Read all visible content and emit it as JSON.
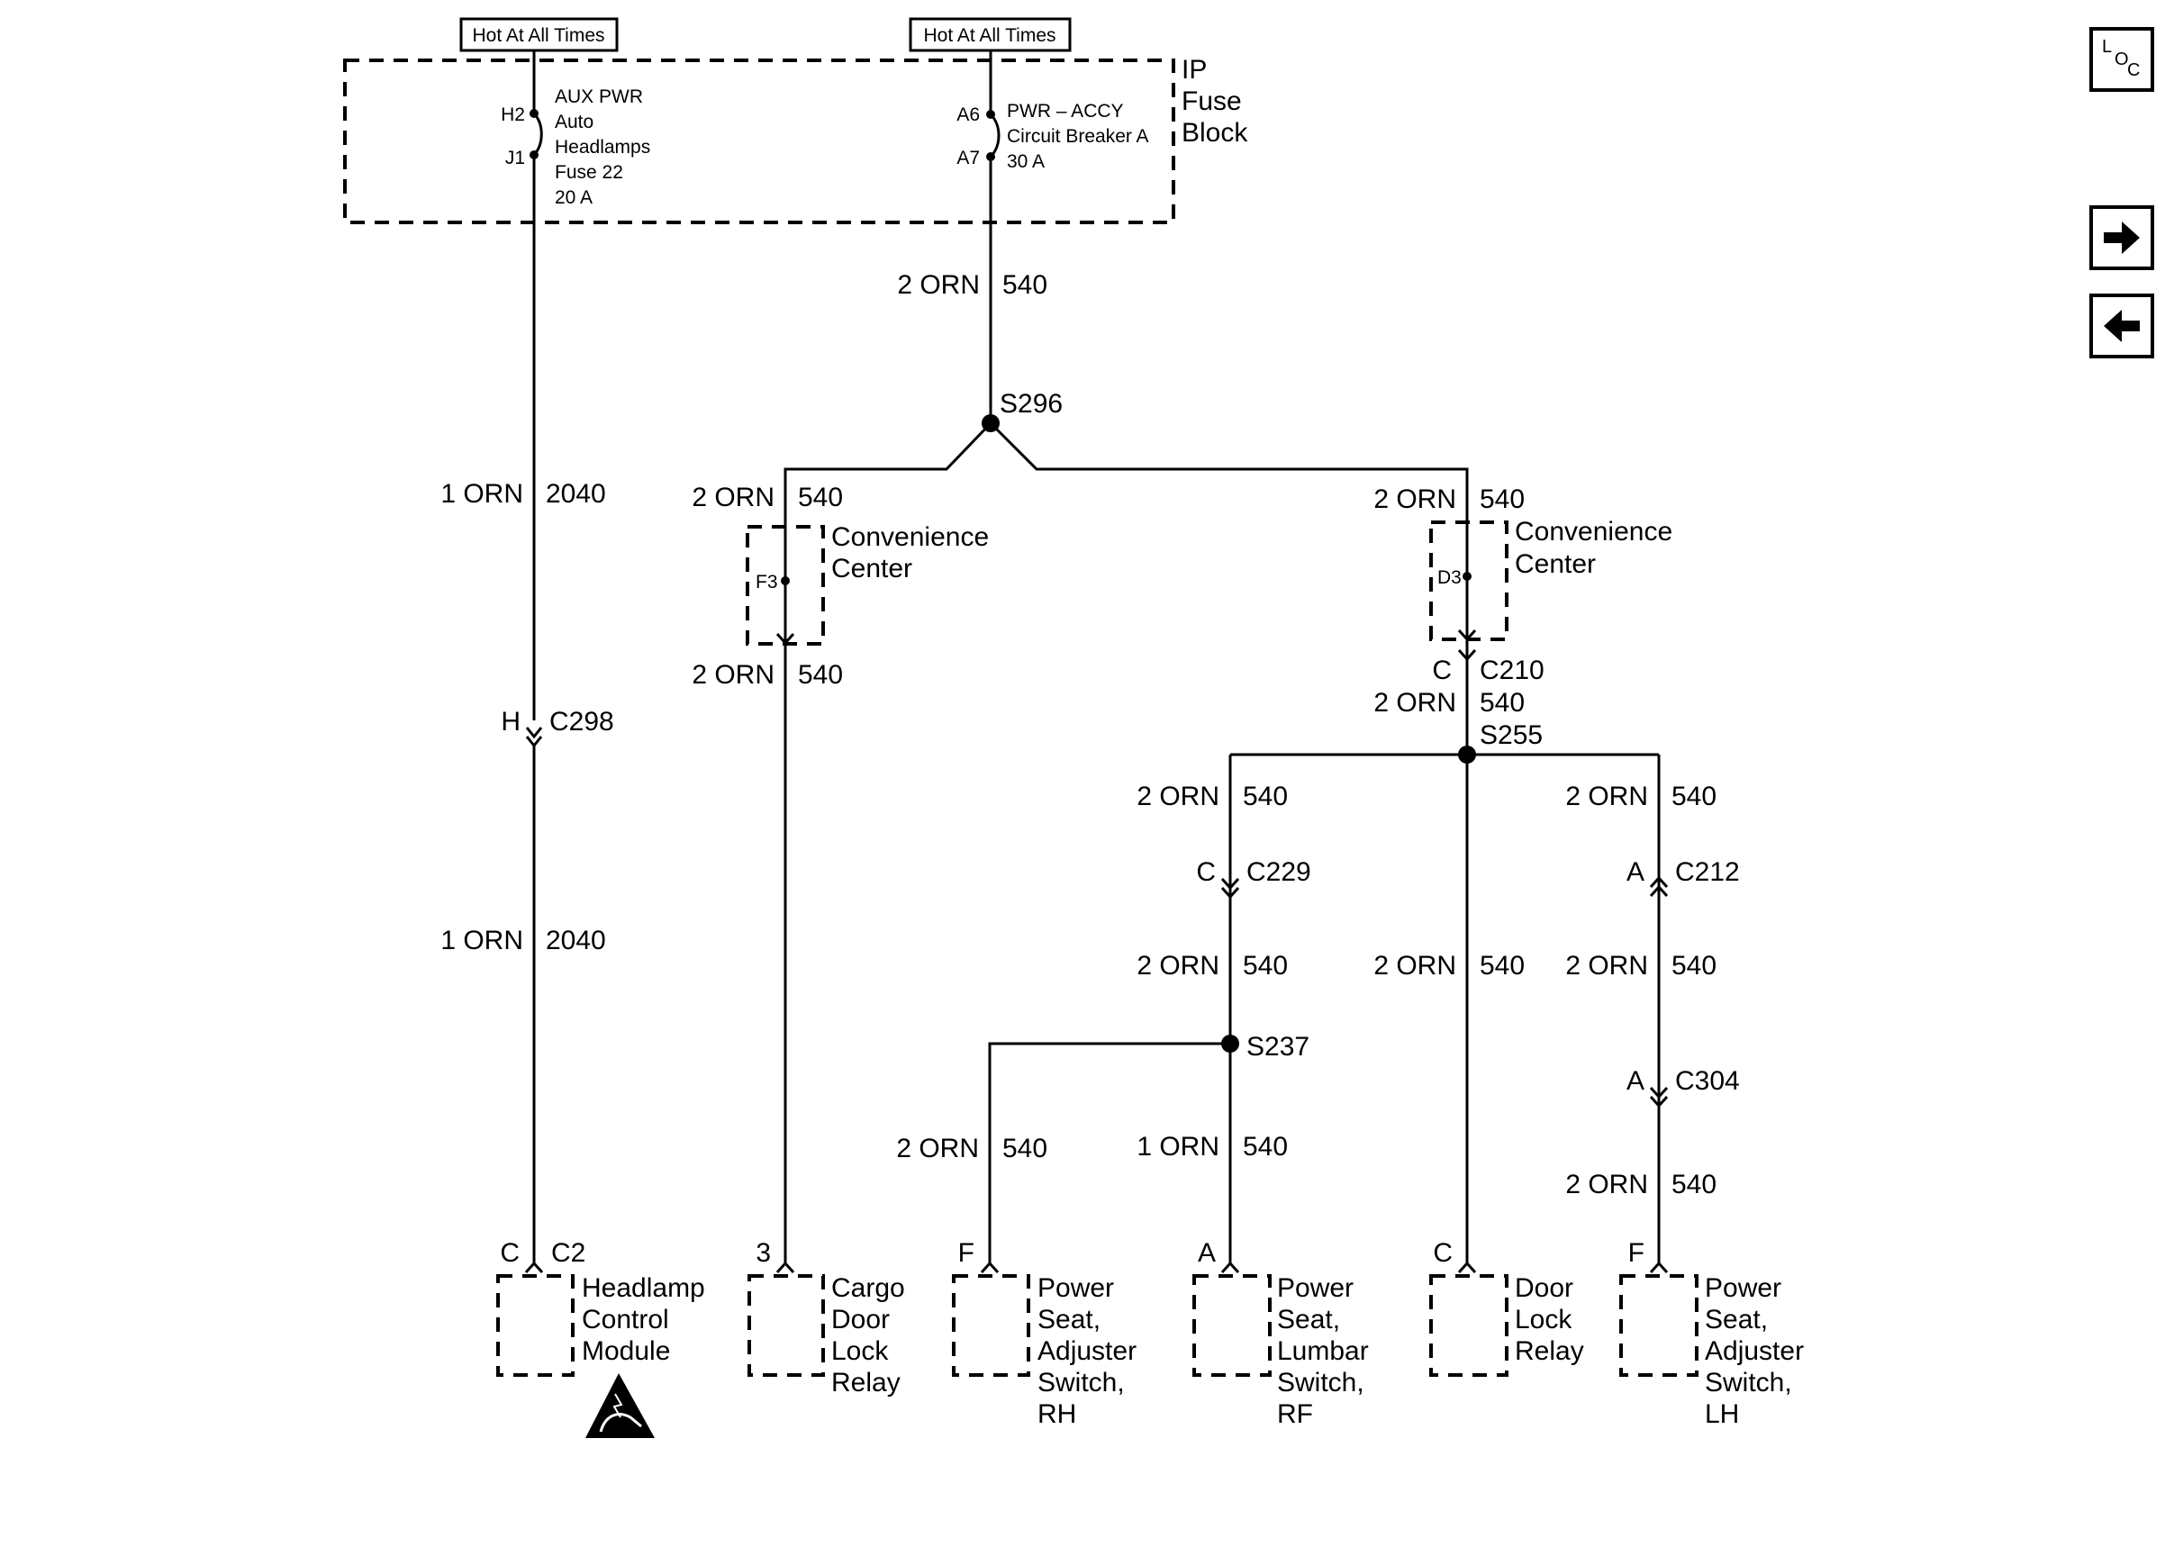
{
  "source_labels": {
    "hot_left": "Hot At All Times",
    "hot_right": "Hot At All Times"
  },
  "fuse_block": {
    "title_1": "IP",
    "title_2": "Fuse",
    "title_3": "Block",
    "fuse": {
      "pin_in": "H2",
      "pin_out": "J1",
      "lines": [
        "AUX PWR",
        "Auto",
        "Headlamps",
        "Fuse 22",
        "20 A"
      ]
    },
    "breaker": {
      "pin_in": "A6",
      "pin_out": "A7",
      "lines": [
        "PWR – ACCY",
        "Circuit Breaker A",
        "30 A"
      ]
    }
  },
  "splices": {
    "s296": "S296",
    "s255": "S255",
    "s237": "S237"
  },
  "convenience_center": {
    "left": {
      "line1": "Convenience",
      "line2": "Center",
      "pin": "F3"
    },
    "right": {
      "line1": "Convenience",
      "line2": "Center",
      "pin": "D3"
    }
  },
  "wires": {
    "main_color": "2 ORN",
    "main_circuit": "540",
    "cc_left_in_color": "2 ORN",
    "cc_left_in_circuit": "540",
    "cc_right_in_color": "2 ORN",
    "cc_right_in_circuit": "540",
    "cc_left_out_color": "2 ORN",
    "cc_left_out_circuit": "540",
    "c210_out_color": "2 ORN",
    "c210_out_circuit": "540",
    "hl_top_color": "1 ORN",
    "hl_top_circuit": "2040",
    "hl_bottom_color": "1 ORN",
    "hl_bottom_circuit": "2040",
    "b1_top_color": "2 ORN",
    "b1_top_circuit": "540",
    "b3_top_color": "2 ORN",
    "b3_top_circuit": "540",
    "b1_mid_color": "2 ORN",
    "b1_mid_circuit": "540",
    "b2_color": "2 ORN",
    "b2_circuit": "540",
    "b3_mid_color": "2 ORN",
    "b3_mid_circuit": "540",
    "rh_color": "2 ORN",
    "rh_circuit": "540",
    "rf_color": "1 ORN",
    "rf_circuit": "540",
    "lh_color": "2 ORN",
    "lh_circuit": "540"
  },
  "connectors": {
    "c298": {
      "pin": "H",
      "name": "C298"
    },
    "c210": {
      "pin": "C",
      "name": "C210"
    },
    "c229": {
      "pin": "C",
      "name": "C229"
    },
    "c212": {
      "pin": "A",
      "name": "C212"
    },
    "c304": {
      "pin": "A",
      "name": "C304"
    }
  },
  "components": {
    "headlamp": {
      "pin": "C",
      "conn": "C2",
      "lines": [
        "Headlamp",
        "Control",
        "Module"
      ]
    },
    "cargo": {
      "pin": "3",
      "lines": [
        "Cargo",
        "Door",
        "Lock",
        "Relay"
      ]
    },
    "seat_rh": {
      "pin": "F",
      "lines": [
        "Power",
        "Seat,",
        "Adjuster",
        "Switch,",
        "RH"
      ]
    },
    "seat_rf": {
      "pin": "A",
      "lines": [
        "Power",
        "Seat,",
        "Lumbar",
        "Switch,",
        "RF"
      ]
    },
    "door_relay": {
      "pin": "C",
      "lines": [
        "Door",
        "Lock",
        "Relay"
      ]
    },
    "seat_lh": {
      "pin": "F",
      "lines": [
        "Power",
        "Seat,",
        "Adjuster",
        "Switch,",
        "LH"
      ]
    }
  },
  "nav": {
    "loc_l": "L",
    "loc_o": "O",
    "loc_c": "C",
    "next": "arrow-right-icon",
    "prev": "arrow-left-icon"
  },
  "esd_icon": "esd-warning-icon"
}
